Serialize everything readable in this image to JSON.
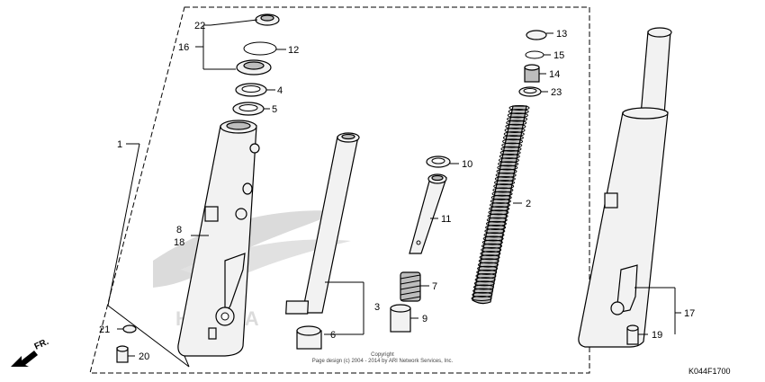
{
  "diagram_code": "K044F1700",
  "copyright_line1": "Copyright",
  "copyright_line2": "Page design (c) 2004 - 2014 by ARI Network Services, Inc.",
  "direction_label": "FR.",
  "watermark_text": "HONDA",
  "callouts": {
    "c1": "1",
    "c2": "2",
    "c3": "3",
    "c4": "4",
    "c5": "5",
    "c6": "6",
    "c7": "7",
    "c8": "8",
    "c9": "9",
    "c10": "10",
    "c11": "11",
    "c12": "12",
    "c13": "13",
    "c14": "14",
    "c15": "15",
    "c16": "16",
    "c17": "17",
    "c18": "18",
    "c19": "19",
    "c20": "20",
    "c21": "21",
    "c22": "22",
    "c23": "23"
  }
}
